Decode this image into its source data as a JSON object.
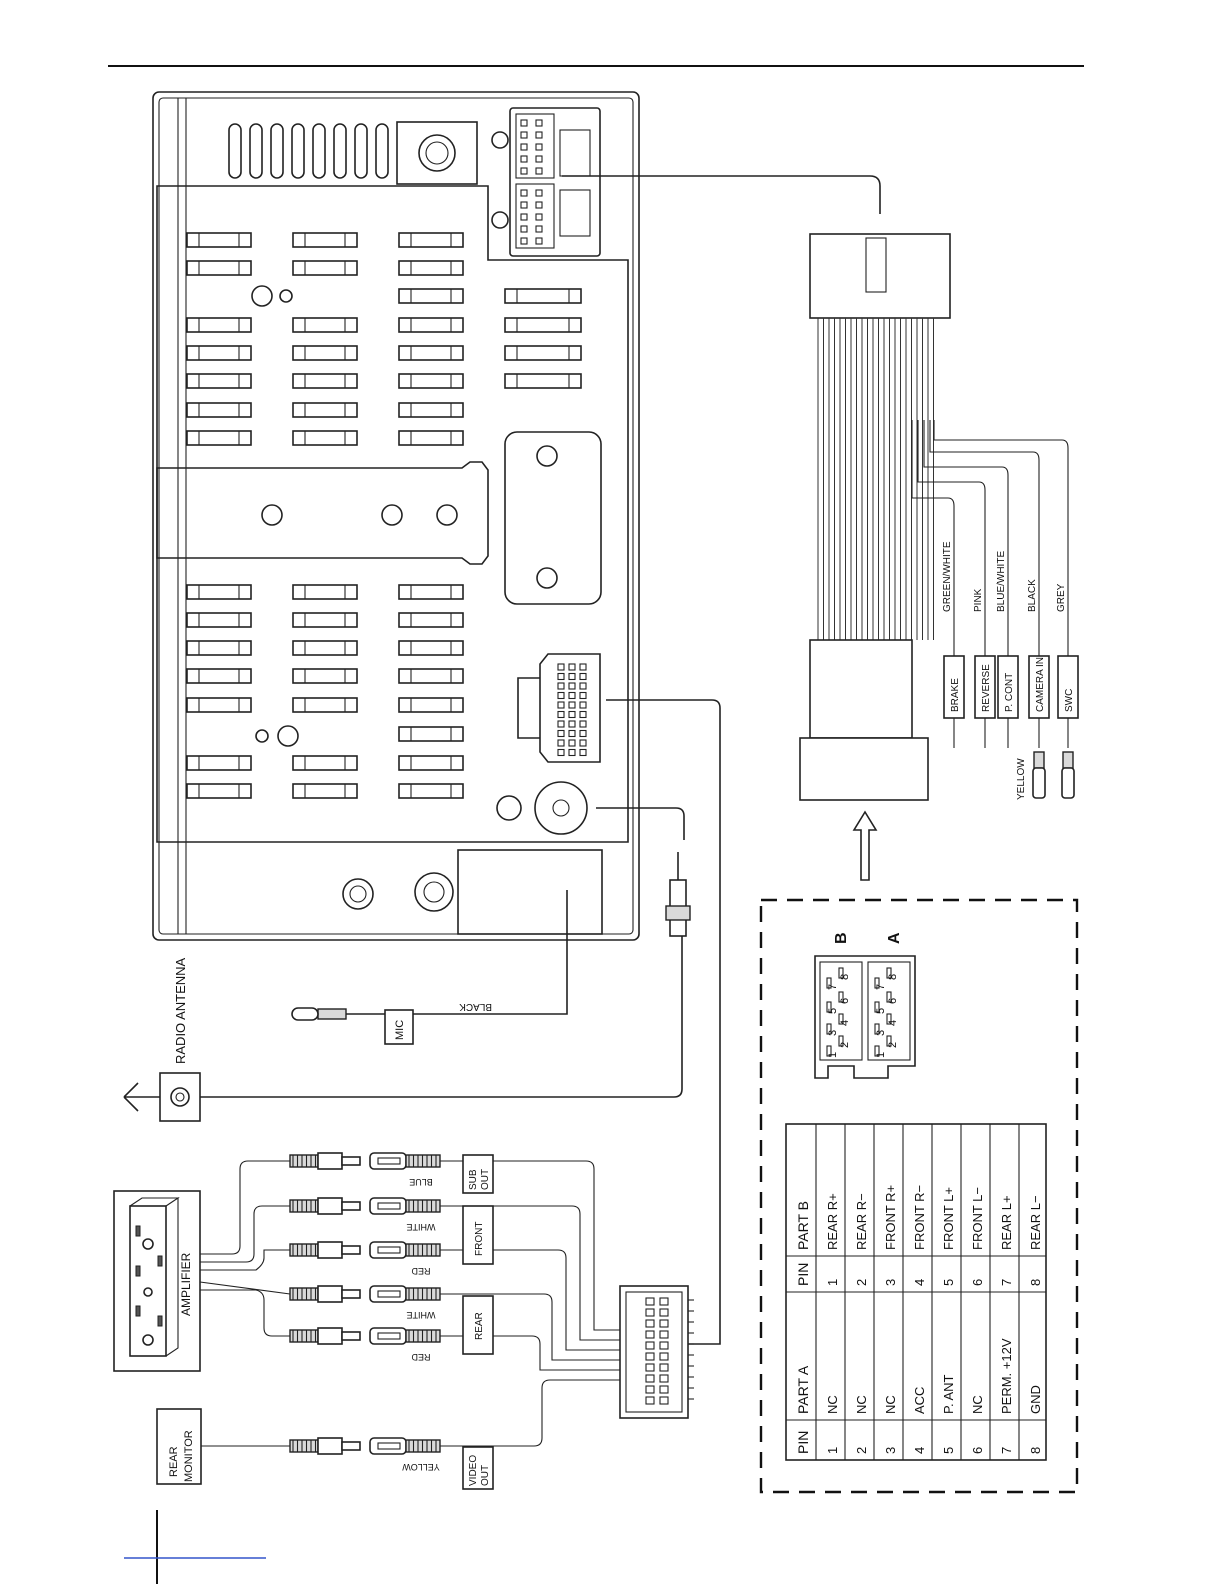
{
  "labels": {
    "radio_antenna": "RADIO ANTENNA",
    "mic": "MIC",
    "mic_wire": "BLACK",
    "amplifier": "AMPLIFIER",
    "rear_monitor": "REAR MONITOR",
    "video_out": "VIDEO OUT",
    "sub_out": "SUB OUT",
    "front": "FRONT",
    "rear": "REAR",
    "rca_colors": [
      "BLUE",
      "WHITE",
      "RED",
      "WHITE",
      "RED"
    ],
    "video_wire": "YELLOW"
  },
  "harness": {
    "wires": [
      {
        "color": "GREEN/WHITE",
        "function": "BRAKE"
      },
      {
        "color": "PINK",
        "function": "REVERSE"
      },
      {
        "color": "BLUE/WHITE",
        "function": "P. CONT"
      },
      {
        "color": "BLACK",
        "function": "CAMERA IN"
      },
      {
        "color": "GREY",
        "function": "SWC"
      }
    ],
    "camera_in_plug_color": "YELLOW"
  },
  "iso_connector": {
    "part_a_letter": "A",
    "part_b_letter": "B",
    "pins": [
      "1",
      "2",
      "3",
      "4",
      "5",
      "6",
      "7",
      "8"
    ]
  },
  "pin_table": {
    "headers": [
      "PIN",
      "PART A",
      "PIN",
      "PART B"
    ],
    "rows": [
      [
        "1",
        "NC",
        "1",
        "REAR R+"
      ],
      [
        "2",
        "NC",
        "2",
        "REAR R−"
      ],
      [
        "3",
        "NC",
        "3",
        "FRONT R+"
      ],
      [
        "4",
        "ACC",
        "4",
        "FRONT R−"
      ],
      [
        "5",
        "P. ANT",
        "5",
        "FRONT L+"
      ],
      [
        "6",
        "NC",
        "6",
        "FRONT L−"
      ],
      [
        "7",
        "PERM. +12V",
        "7",
        "REAR L+"
      ],
      [
        "8",
        "GND",
        "8",
        "REAR L−"
      ]
    ]
  }
}
